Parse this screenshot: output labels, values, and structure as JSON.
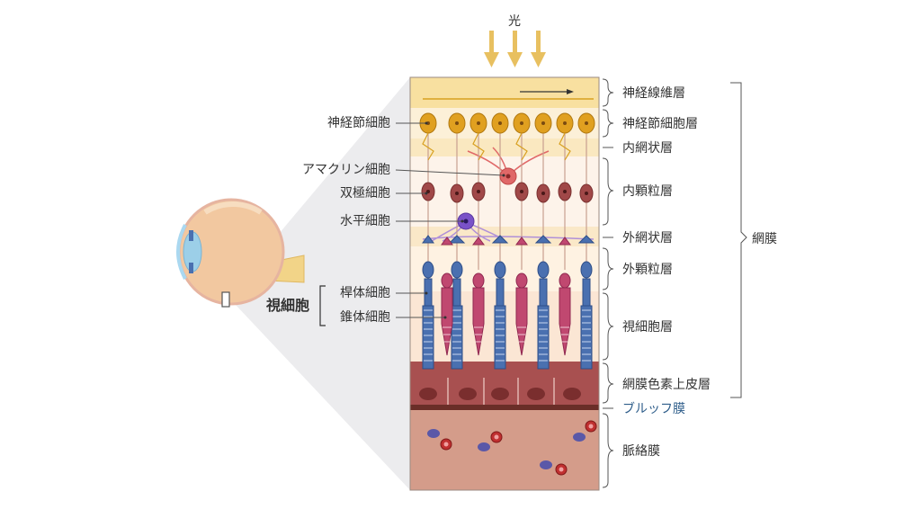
{
  "light": "光",
  "cells": {
    "ganglion": "神経節細胞",
    "amacrine": "アマクリン細胞",
    "bipolar": "双極細胞",
    "horizontal": "水平細胞",
    "photoreceptor_group": "視細胞",
    "rod": "桿体細胞",
    "cone": "錐体細胞"
  },
  "layers": {
    "nerve_fiber": "神経線維層",
    "ganglion_cell": "神経節細胞層",
    "inner_plexiform": "内網状層",
    "inner_nuclear": "内顆粒層",
    "outer_plexiform": "外網状層",
    "outer_nuclear": "外顆粒層",
    "photoreceptor": "視細胞層",
    "rpe": "網膜色素上皮層",
    "bruch": "ブルッフ膜",
    "choroid": "脈絡膜"
  },
  "retina": "網膜",
  "colors": {
    "ganglion": "#e0a020",
    "bipolar": "#a04848",
    "amacrine": "#e06868",
    "horizontal": "#7a52c8",
    "rod": "#4a70b0",
    "cone": "#c04870",
    "rpe": "#8a3a3a",
    "choroid": "#d49c8a",
    "light_arrow": "#e8c060"
  }
}
